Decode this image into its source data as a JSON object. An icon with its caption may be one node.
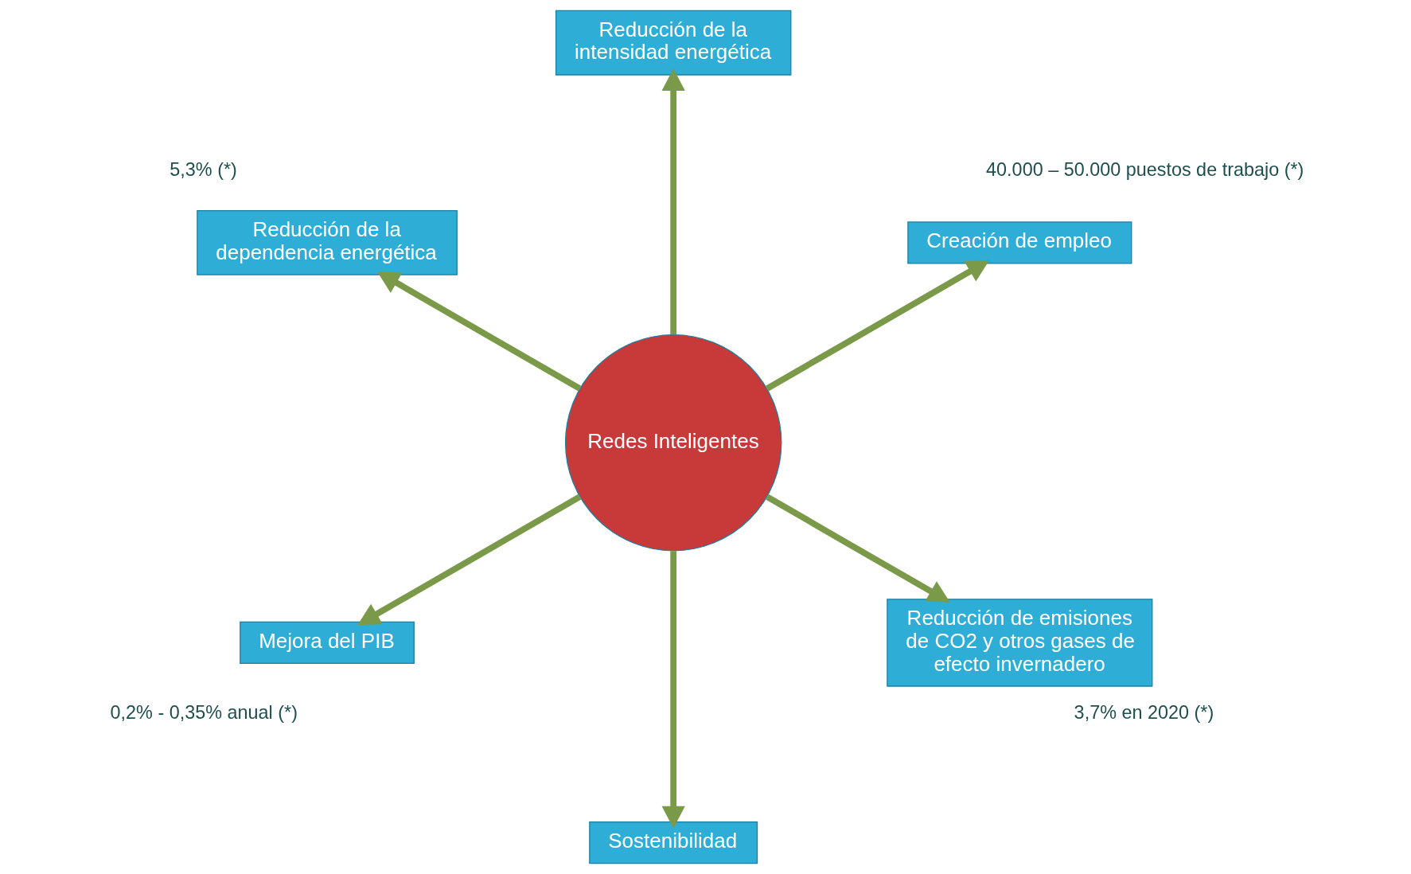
{
  "diagram": {
    "nodes": [
      {
        "text": [
          "Redes Inteligentes"
        ]
      },
      {
        "text": [
          "Reducción de la dependencia energética"
        ],
        "beside": [
          "5,3% (*)"
        ]
      },
      {
        "text": [
          "Reducción de la intensidad energética"
        ]
      },
      {
        "text": [
          "Mejora del PIB"
        ],
        "beside": [
          "0,2% - 0,35% anual (*)"
        ]
      },
      {
        "text": [
          "Creación de empleo"
        ],
        "beside": [
          "40.000 – 50.000 puestos de trabajo (*)"
        ]
      },
      {
        "text": [
          "Sostenibilidad"
        ]
      },
      {
        "text": [
          "Reducción de emisiones de CO2 y otros gases de efecto invernadero"
        ],
        "beside": [
          "3,7% en 2020 (*)"
        ]
      }
    ],
    "edges": [
      {
        "from": 0,
        "to": 1,
        "arrow": "to"
      },
      {
        "from": 0,
        "to": 2,
        "arrow": "to"
      },
      {
        "from": 0,
        "to": 3,
        "arrow": "to"
      },
      {
        "from": 0,
        "to": 4,
        "arrow": "to"
      },
      {
        "from": 0,
        "to": 5,
        "arrow": "to"
      },
      {
        "from": 0,
        "to": 6,
        "arrow": "to"
      }
    ]
  }
}
